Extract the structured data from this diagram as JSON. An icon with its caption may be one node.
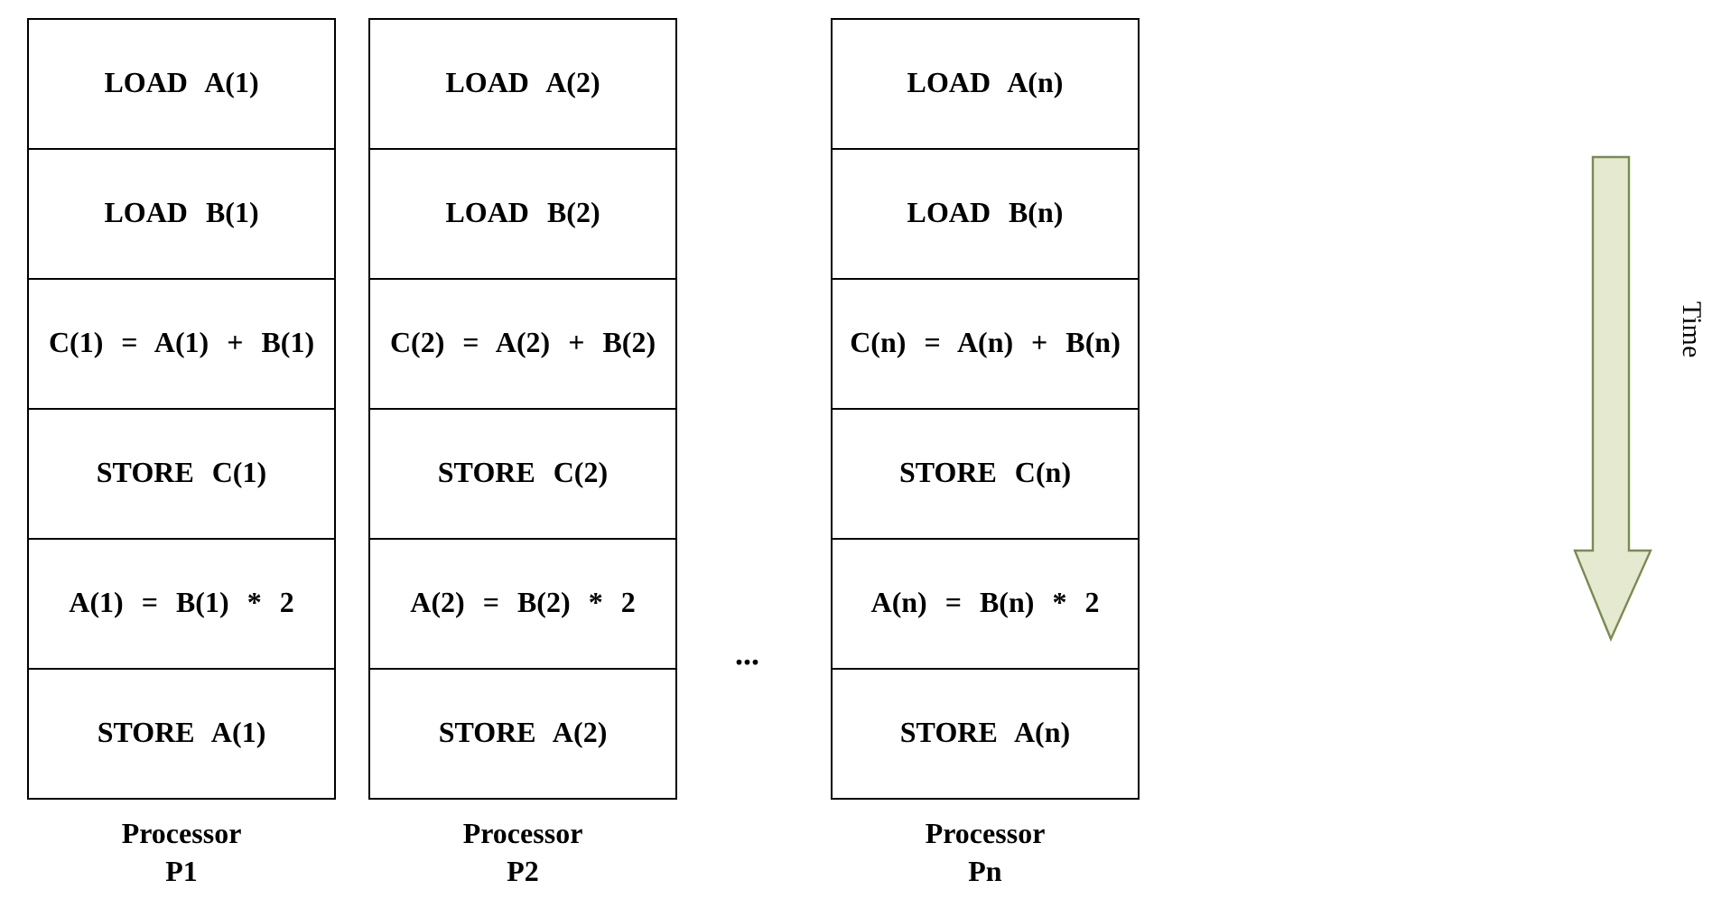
{
  "diagram": {
    "nodes": [
      {
        "text": [
          "Processor P1"
        ]
      },
      {
        "text": [
          "LOAD A(1)"
        ],
        "in": 0
      },
      {
        "text": [
          "LOAD B(1)"
        ],
        "in": 0
      },
      {
        "text": [
          "C(1) = A(1) + B(1)"
        ],
        "in": 0
      },
      {
        "text": [
          "STORE C(1)"
        ],
        "in": 0
      },
      {
        "text": [
          "A(1) = B(1) * 2"
        ],
        "in": 0
      },
      {
        "text": [
          "STORE A(1)"
        ],
        "in": 0
      },
      {
        "text": [
          "Processor P2"
        ]
      },
      {
        "text": [
          "LOAD A(2)"
        ],
        "in": 7
      },
      {
        "text": [
          "LOAD B(2)"
        ],
        "in": 7
      },
      {
        "text": [
          "C(2) = A(2) + B(2)"
        ],
        "in": 7
      },
      {
        "text": [
          "STORE C(2)"
        ],
        "in": 7
      },
      {
        "text": [
          "A(2) = B(2) * 2"
        ],
        "in": 7
      },
      {
        "text": [
          "STORE A(2)"
        ],
        "in": 7
      },
      {
        "text": [
          "Processor Pn"
        ]
      },
      {
        "text": [
          "LOAD A(n)"
        ],
        "in": 14
      },
      {
        "text": [
          "LOAD B(n)"
        ],
        "in": 14
      },
      {
        "text": [
          "C(n) = A(n) + B(n)"
        ],
        "in": 14
      },
      {
        "text": [
          "STORE C(n)"
        ],
        "in": 14
      },
      {
        "text": [
          "A(n) = B(n) * 2"
        ],
        "in": 14
      },
      {
        "text": [
          "STORE A(n)"
        ],
        "in": 14
      }
    ],
    "labels": [
      "...",
      "Time"
    ]
  }
}
